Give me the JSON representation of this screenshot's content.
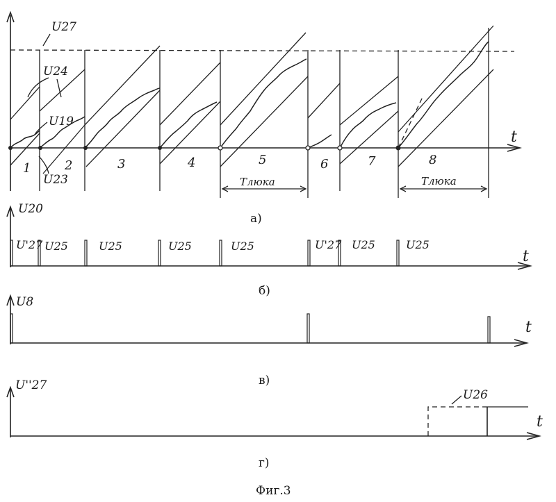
{
  "panel_a": {
    "y_axis_label": "U27",
    "time_label": "t",
    "signal_labels": [
      "U24",
      "U19",
      "U23"
    ],
    "interval_numbers": [
      "1",
      "2",
      "3",
      "4",
      "5",
      "6",
      "7",
      "8"
    ],
    "span_label_5": "Tлюка",
    "span_label_8": "Tлюка",
    "caption": "а)"
  },
  "panel_b": {
    "y_axis_label": "U20",
    "time_label": "t",
    "pulse_labels": [
      "U'27",
      "U25",
      "U25",
      "U25",
      "U25",
      "U'27",
      "U25",
      "U25"
    ],
    "caption": "б)"
  },
  "panel_c": {
    "y_axis_label": "U8",
    "time_label": "t",
    "caption": "в)"
  },
  "panel_d": {
    "y_axis_label": "U''27",
    "time_label": "t",
    "signal_label": "U26",
    "caption": "г)"
  },
  "figure_caption": "Фиг.3"
}
